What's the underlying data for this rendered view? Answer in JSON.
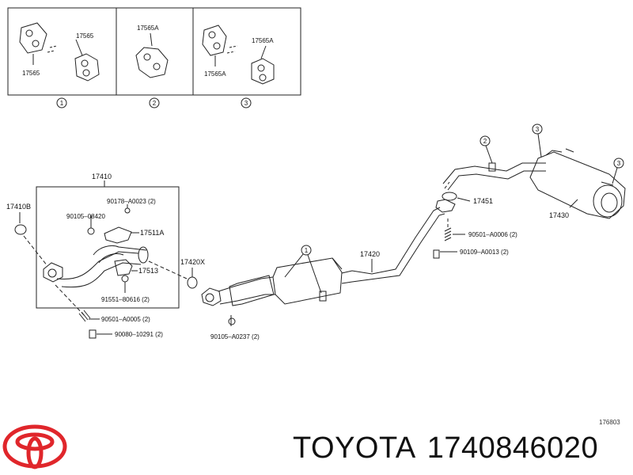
{
  "insets": [
    {
      "callout": "1",
      "part_a": "17565",
      "part_b": "17565"
    },
    {
      "callout": "2",
      "part_a": "17565A"
    },
    {
      "callout": "3",
      "part_a": "17565A",
      "part_b": "17565A"
    }
  ],
  "parts": {
    "p17410": "17410",
    "p17410B": "17410B",
    "p90178": "90178–A0023 (2)",
    "p90105_08420": "90105–08420",
    "p17511A": "17511A",
    "p17513": "17513",
    "p91551": "91551–80616 (2)",
    "p90501_A0005": "90501–A0005 (2)",
    "p90080": "90080–10291 (2)",
    "p17420X": "17420X",
    "p90105_A0237": "90105–A0237 (2)",
    "p17420": "17420",
    "p17451": "17451",
    "p17430": "17430",
    "p90501_A0006": "90501–A0006 (2)",
    "p90109": "90109–A0013 (2)"
  },
  "callouts": {
    "c1": "1",
    "c2": "2",
    "c3a": "3",
    "c3b": "3"
  },
  "reference_number": "176803",
  "brand_name": "TOYOTA",
  "part_number": "1740846020",
  "logo_color": "#e0262b"
}
